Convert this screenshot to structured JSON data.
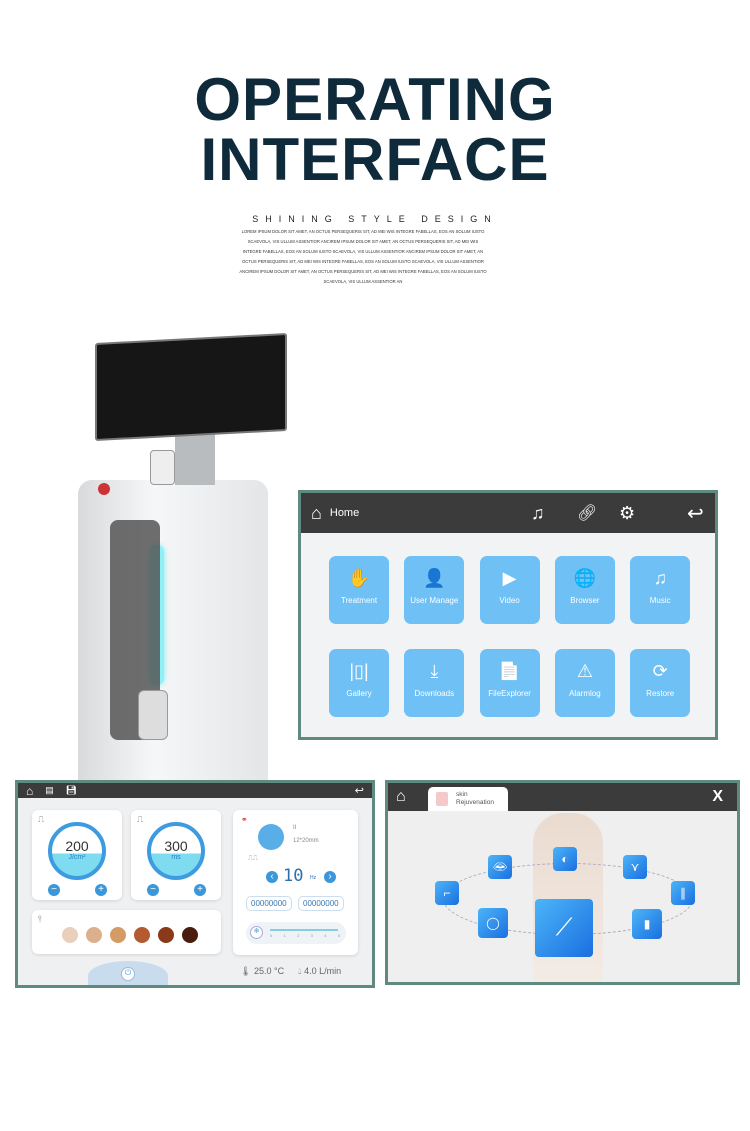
{
  "header": {
    "title_line1": "OPERATING",
    "title_line2": "INTERFACE",
    "subtitle": "SHINING STYLE DESIGN",
    "body_text": "LOREM IPSUM DOLOR SIT AMET, AN OCTUS PERSEQUERIS SIT, AD MEI WIS INTEGRE FABELLAS, EOS AN SOLUM IUSTO SCAEVOLA, VIS ULLUM ASSENTIOR ANCIREM IPSUM DOLOR SIT AMET, AN OCTUS PERSEQUERIS SIT, AD MEI WIS INTEGRE FABELLAS, EOS AN SOLUM IUSTO SCAEVOLA, VIS ULLUM ASSENTIOR ANCIREM IPSUM DOLOR SIT AMET, AN OCTUS PERSEQUERIS SIT, AD MEI WIS INTEGRE FABELLAS, EOS AN SOLUM IUSTO SCAEVOLA, VIS ULLUM ASSENTIOR ANCIREM IPSUM DOLOR SIT AMET, AN OCTUS PERSEQUERIS SIT, AD MEI WIS INTEGRE FABELLAS, EOS AN SOLUM IUSTO SCAEVOLA, VIS ULLUM ASSENTIOR AN"
  },
  "home_screen": {
    "title": "Home",
    "icons": [
      "music-icon",
      "link-icon",
      "gear-icon",
      "back-icon"
    ],
    "tiles": [
      {
        "label": "Treatment",
        "icon": "✋"
      },
      {
        "label": "User Manage",
        "icon": "👤"
      },
      {
        "label": "Video",
        "icon": "▶"
      },
      {
        "label": "Browser",
        "icon": "🌐"
      },
      {
        "label": "Music",
        "icon": "♫"
      },
      {
        "label": "Gallery",
        "icon": "|▯|"
      },
      {
        "label": "Downloads",
        "icon": "⤓"
      },
      {
        "label": "FileExplorer",
        "icon": "📄"
      },
      {
        "label": "Alarmlog",
        "icon": "⚠"
      },
      {
        "label": "Restore",
        "icon": "⟳"
      }
    ]
  },
  "treatment_screen": {
    "energy": {
      "value": "200",
      "unit": "J/cm²"
    },
    "pulse_width": {
      "value": "300",
      "unit": "ms"
    },
    "skin_colors": [
      "#e8d0bc",
      "#dcb08c",
      "#d49b66",
      "#b45a30",
      "#8a3a1a",
      "#4a1c0e"
    ],
    "handpiece": {
      "mode": "II",
      "spot_size": "12*20mm"
    },
    "frequency": {
      "value": "10",
      "unit": "Hz"
    },
    "counters": [
      "00000000",
      "00000000"
    ],
    "cooling_scale": [
      "0",
      "1",
      "2",
      "3",
      "4",
      "5"
    ],
    "temperature": "25.0 °C",
    "flow": "4.0 L/min"
  },
  "body_screen": {
    "tab_label_1": "skin",
    "tab_label_2": "Rejuvenation",
    "close": "X",
    "areas": [
      "lips-icon",
      "face-icon",
      "armpit-icon",
      "arm-icon",
      "leg-icon",
      "cheek-icon",
      "body-icon",
      "legs-icon"
    ]
  },
  "colors": {
    "accent": "#6ec0f5",
    "frame": "#5f8a80",
    "title": "#0e2a3b"
  }
}
